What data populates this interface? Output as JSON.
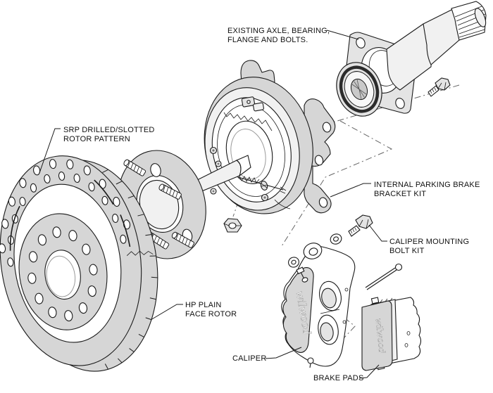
{
  "diagram": {
    "background": "#ffffff",
    "line_color": "#1a1a1a",
    "metal_color": "#d6d6d6",
    "brand_script": "wilwood",
    "labels": {
      "axle": {
        "line1": "EXISTING AXLE, BEARING,",
        "line2": "FLANGE AND BOLTS."
      },
      "srp_rotor": {
        "line1": "SRP DRILLED/SLOTTED",
        "line2": "ROTOR PATTERN"
      },
      "parking_brake": {
        "line1": "INTERNAL PARKING BRAKE",
        "line2": "BRACKET KIT"
      },
      "bolt_kit": {
        "line1": "CALIPER MOUNTING",
        "line2": "BOLT KIT"
      },
      "hp_rotor": {
        "line1": "HP PLAIN",
        "line2": "FACE ROTOR"
      },
      "caliper": "CALIPER",
      "brake_pads": "BRAKE PADS"
    }
  }
}
